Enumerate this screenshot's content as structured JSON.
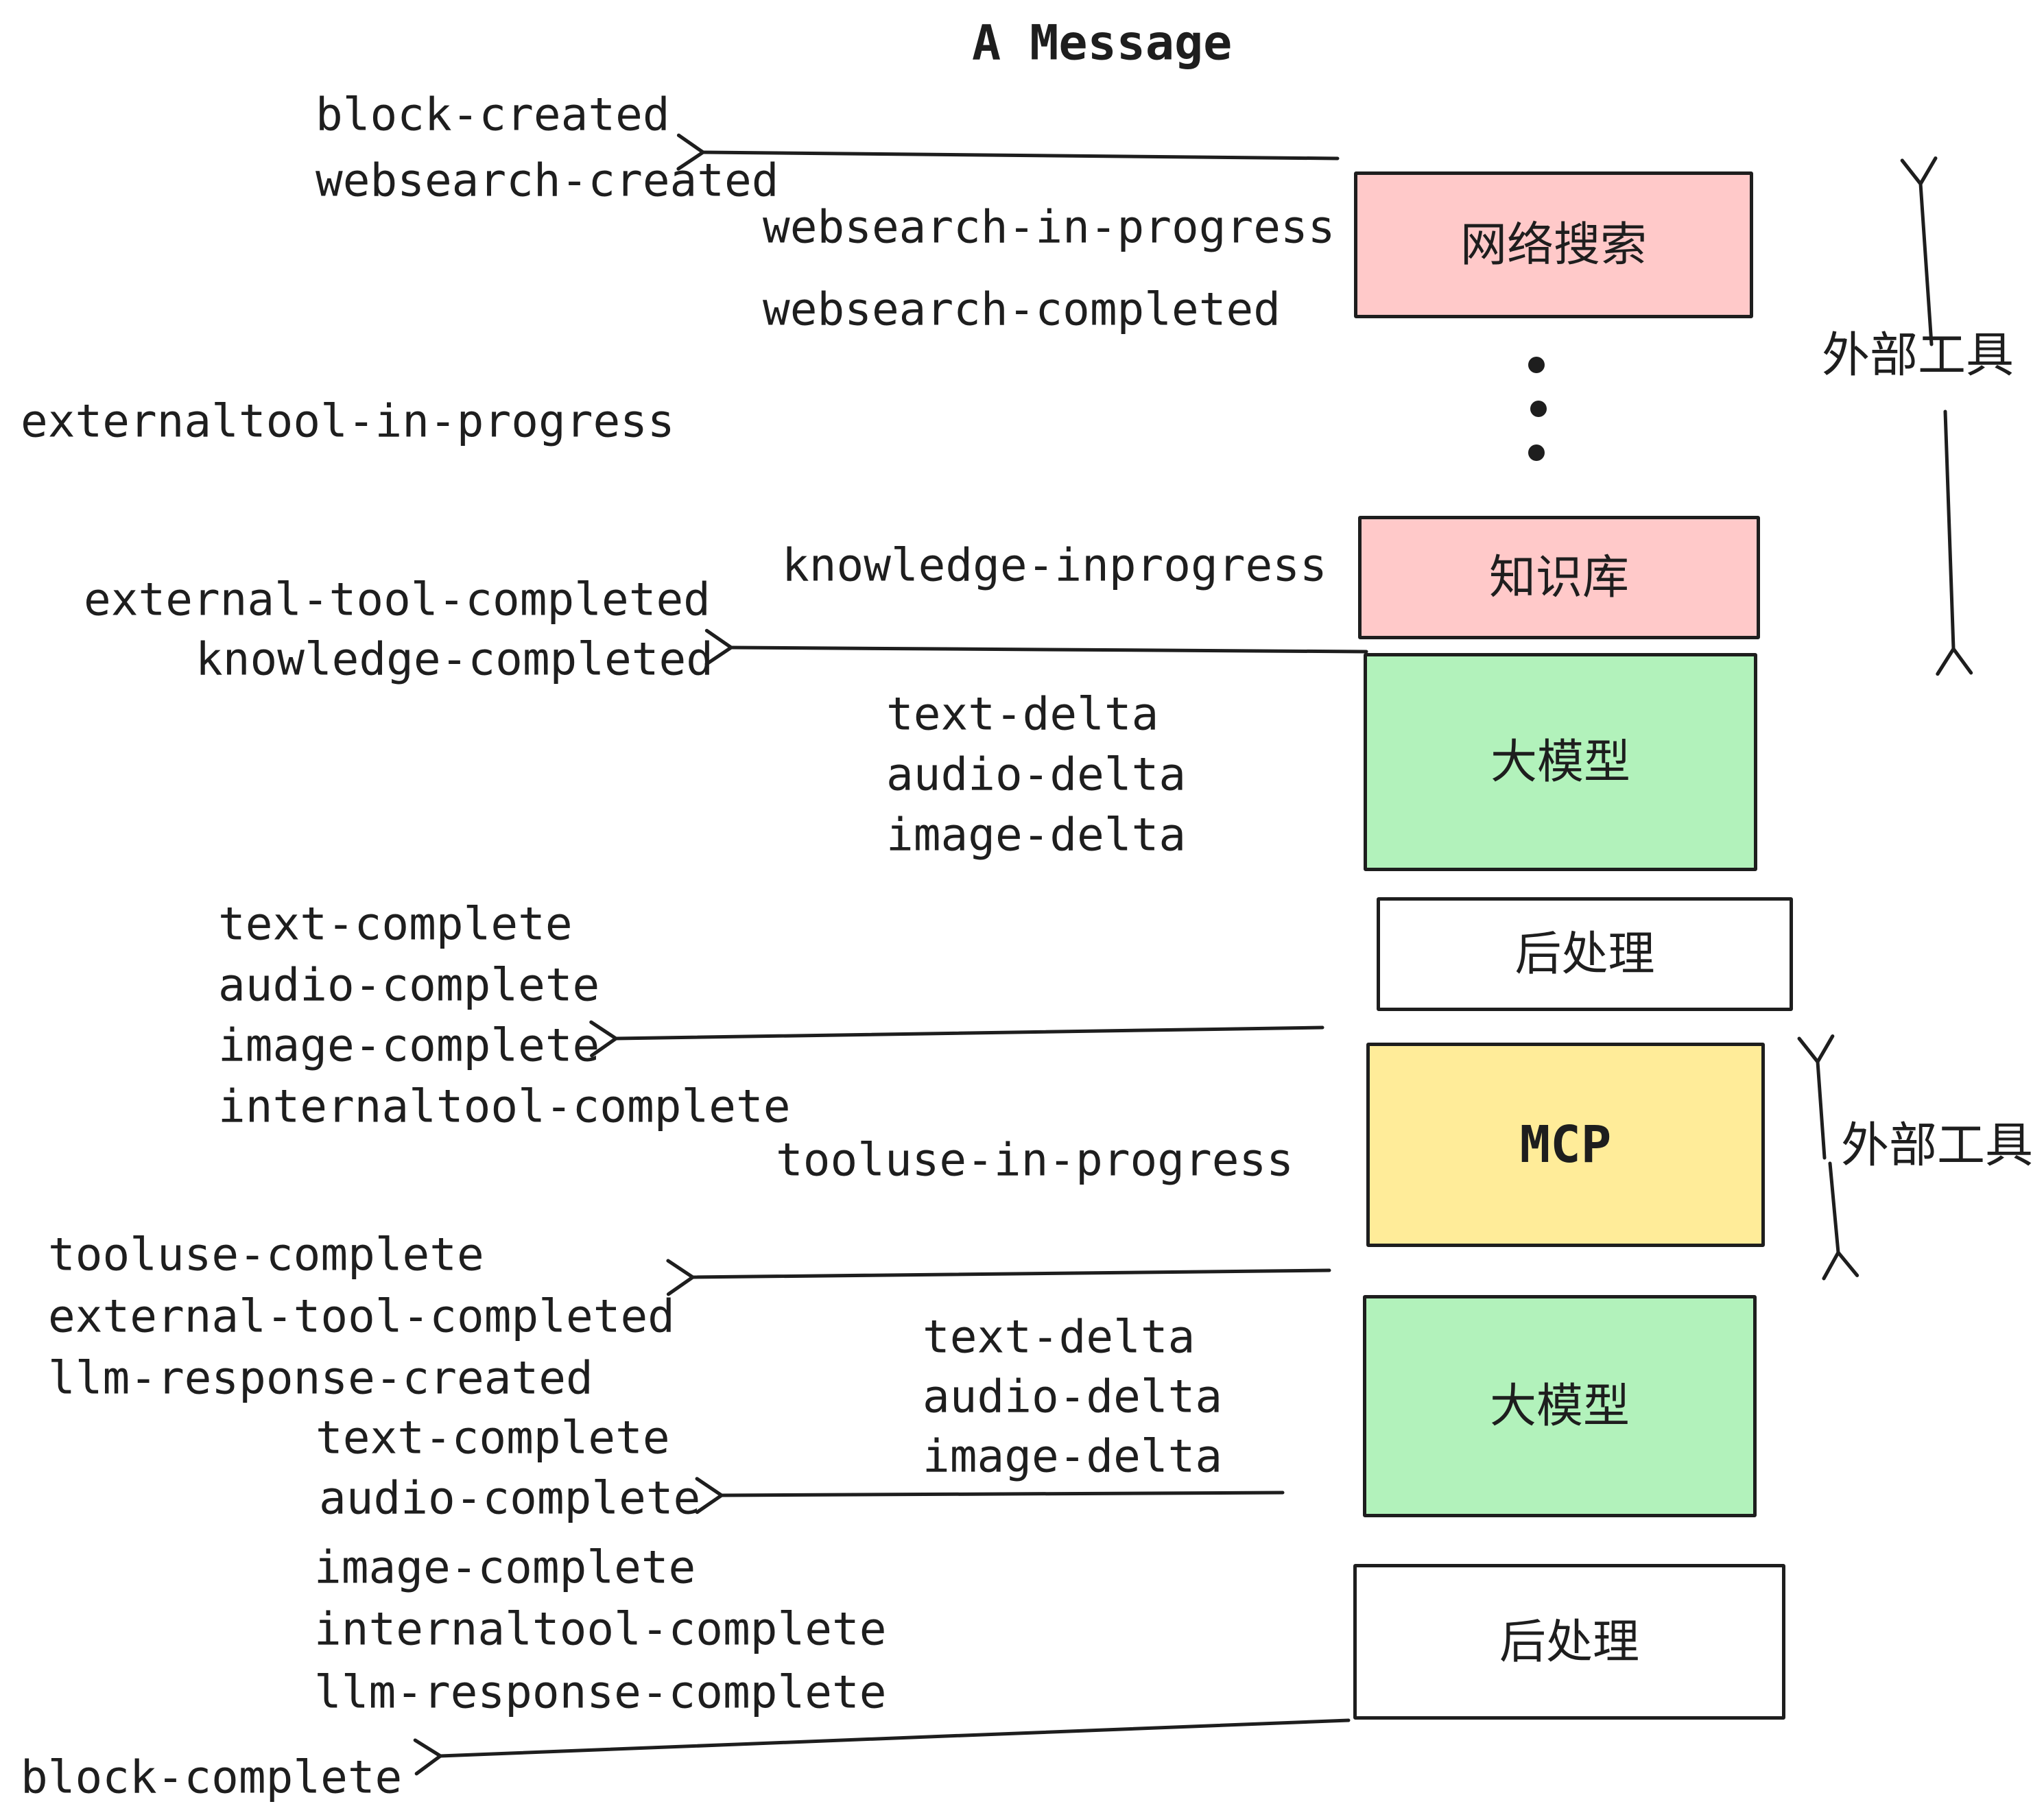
{
  "title": "A Message",
  "colors": {
    "ink": "#1e1e1e",
    "pink": "#ffc9c9",
    "green": "#b2f2bb",
    "yellow": "#ffec99",
    "white": "#ffffff",
    "background": "#ffffff"
  },
  "boxes": [
    {
      "label": "网络搜索",
      "fill": "#ffc9c9"
    },
    {
      "label": "知识库",
      "fill": "#ffc9c9"
    },
    {
      "label": "大模型",
      "fill": "#b2f2bb"
    },
    {
      "label": "后处理",
      "fill": "#ffffff"
    },
    {
      "label": "MCP",
      "fill": "#ffec99"
    },
    {
      "label": "大模型",
      "fill": "#b2f2bb"
    },
    {
      "label": "后处理",
      "fill": "#ffffff"
    }
  ],
  "side_labels": {
    "external_tools_top": "外部工具",
    "external_tools_bottom": "外部工具"
  },
  "icons": {
    "ellipsis": "vertical-ellipsis"
  },
  "events": {
    "block_created": "block-created",
    "websearch_created": "websearch-created",
    "websearch_in_progress": "websearch-in-progress",
    "websearch_completed": "websearch-completed",
    "externaltool_in_progress": "externaltool-in-progress",
    "knowledge_inprogress": "knowledge-inprogress",
    "external_tool_completed_1": "external-tool-completed",
    "knowledge_completed": "knowledge-completed",
    "text_delta_1": "text-delta",
    "audio_delta_1": "audio-delta",
    "image_delta_1": "image-delta",
    "text_complete_1": "text-complete",
    "audio_complete_1": "audio-complete",
    "image_complete_1": "image-complete",
    "internaltool_complete_1": "internaltool-complete",
    "tooluse_in_progress": "tooluse-in-progress",
    "tooluse_complete": "tooluse-complete",
    "external_tool_completed_2": "external-tool-completed",
    "llm_response_created": "llm-response-created",
    "text_complete_2": "text-complete",
    "audio_complete_2": "audio-complete",
    "text_delta_2": "text-delta",
    "audio_delta_2": "audio-delta",
    "image_delta_2": "image-delta",
    "image_complete_2": "image-complete",
    "internaltool_complete_2": "internaltool-complete",
    "llm_response_complete": "llm-response-complete",
    "block_complete": "block-complete"
  }
}
